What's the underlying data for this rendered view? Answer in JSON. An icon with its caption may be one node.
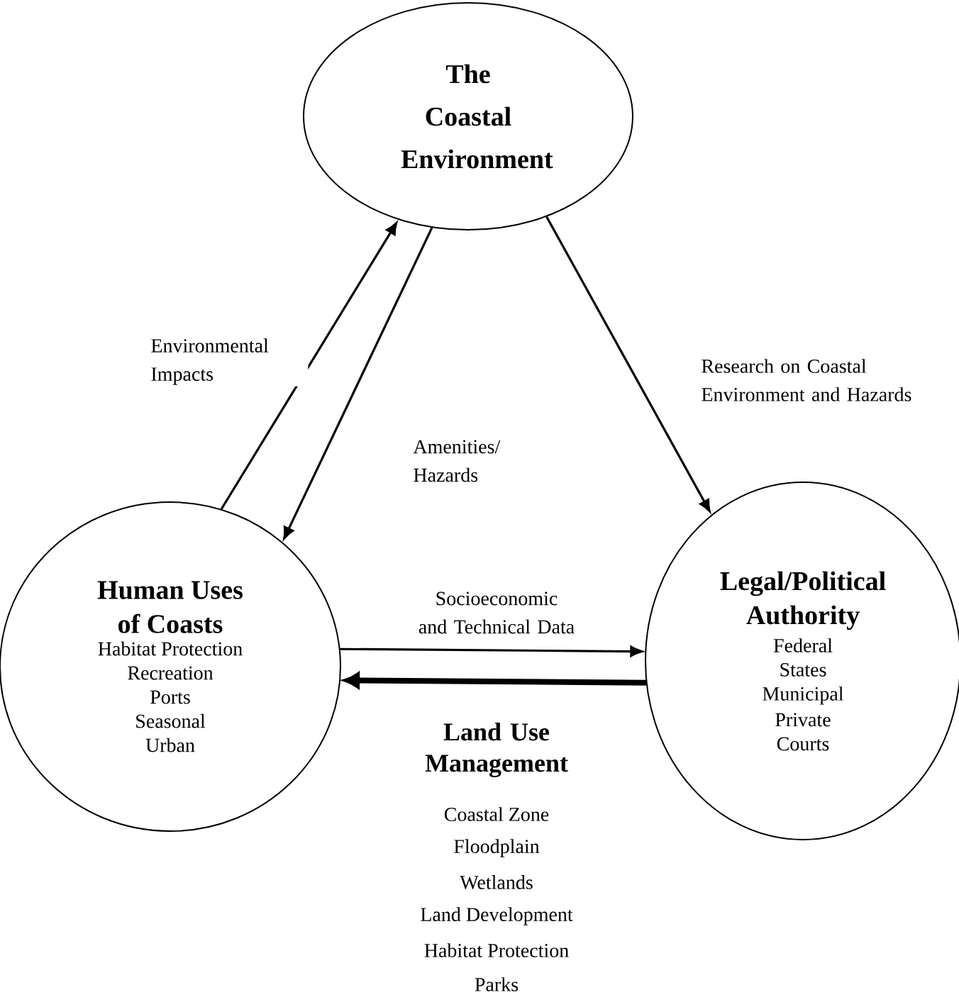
{
  "diagram": {
    "nodes": [
      {
        "text": [
          "The Coastal Environment"
        ]
      },
      {
        "text": [
          "Human Uses of Coasts",
          "Habitat Protection",
          "Recreation",
          "Ports",
          "Seasonal",
          "Urban"
        ]
      },
      {
        "text": [
          "Legal/Political Authority",
          "Federal",
          "States",
          "Municipal",
          "Private",
          "Courts"
        ]
      }
    ],
    "edges": [
      {
        "from": 1,
        "to": 0,
        "arrow": "to",
        "label": "Environmental Impacts"
      },
      {
        "from": 0,
        "to": 1,
        "arrow": "to",
        "label": "Amenities/ Hazards"
      },
      {
        "from": 0,
        "to": 2,
        "arrow": "to",
        "label": "Research on Coastal Environment and Hazards"
      },
      {
        "from": 1,
        "to": 2,
        "arrow": "to",
        "label": "Socioeconomic and Technical Data"
      },
      {
        "from": 2,
        "to": 1,
        "arrow": "to",
        "style": "thick"
      }
    ],
    "labels": [
      "Land Use Management",
      "Coastal Zone",
      "Floodplain",
      "Wetlands",
      "Land Development",
      "Habitat Protection",
      "Parks"
    ]
  }
}
